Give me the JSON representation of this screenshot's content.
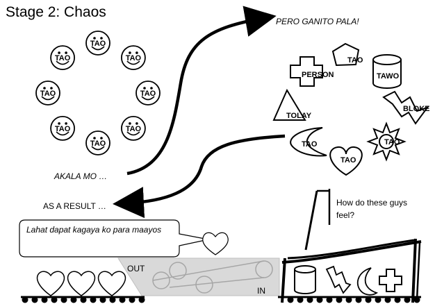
{
  "title": "Stage 2: Chaos",
  "left_people": {
    "label": "TAO",
    "caption": "AKALA MO …"
  },
  "right_people": {
    "caption": "PERO GANITO PALA!",
    "labels": {
      "person": "PERSON",
      "pentagon": "TAO",
      "cylinder": "TAWO",
      "bolt": "BLOKE",
      "triangle": "TOLAY",
      "moon": "TAO",
      "sun": "TAO",
      "heart": "TAO"
    }
  },
  "result_label": "AS A RESULT …",
  "question": "How do these guys feel?",
  "speech_bubble": "Lahat dapat kagaya ko para maayos",
  "conveyor": {
    "out_label": "OUT",
    "in_label": "IN"
  }
}
